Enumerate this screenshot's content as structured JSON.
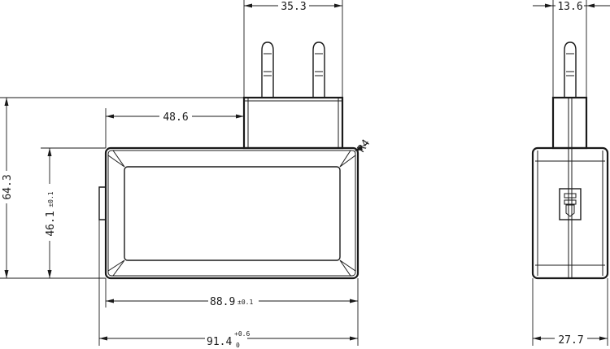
{
  "drawing": {
    "front_view": {
      "dim_plug_width": "35.3",
      "dim_plug_offset": "48.6",
      "dim_radius": "R4",
      "dim_total_height": "64.3",
      "dim_body_height": "46.1",
      "dim_body_height_tol": "±0.1",
      "dim_body_width": "88.9",
      "dim_body_width_tol": "±0.1",
      "dim_total_width": "91.4",
      "dim_total_width_tol_upper": "+0.6",
      "dim_total_width_tol_lower": "0"
    },
    "side_view": {
      "dim_pin_width": "13.6",
      "dim_depth": "27.7"
    }
  }
}
